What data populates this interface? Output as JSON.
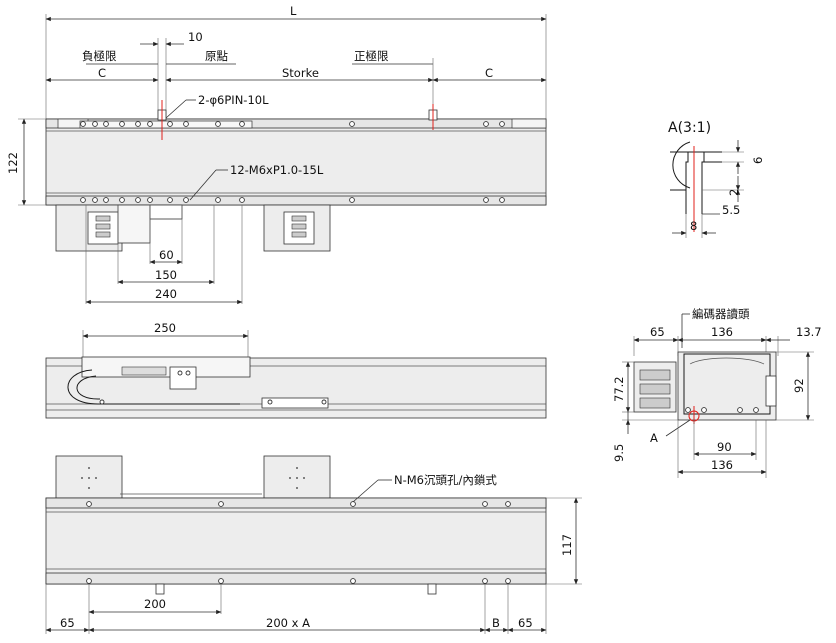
{
  "labels": {
    "L": "L",
    "ten": "10",
    "neg_limit": "負極限",
    "origin": "原點",
    "pos_limit": "正極限",
    "c_left": "C",
    "stroke": "Storke",
    "c_right": "C",
    "pin": "2-φ6PIN-10L",
    "tap": "12-M6xP1.0-15L",
    "h122": "122",
    "d60": "60",
    "d150": "150",
    "d240": "240",
    "d250": "250",
    "detail_title": "A(3:1)",
    "d6": "6",
    "d2": "2",
    "d5_5": "5.5",
    "d8": "8",
    "encoder": "編碼器讀頭",
    "e65": "65",
    "e136": "136",
    "e13_7": "13.7",
    "e77_2": "77.2",
    "e92": "92",
    "e9_5": "9.5",
    "eA": "A",
    "e90": "90",
    "e136b": "136",
    "nm6": "N-M6沉頭孔/內鎖式",
    "h117": "117",
    "b200": "200",
    "b65l": "65",
    "b200xA": "200 x A",
    "bB": "B",
    "b65r": "65"
  }
}
